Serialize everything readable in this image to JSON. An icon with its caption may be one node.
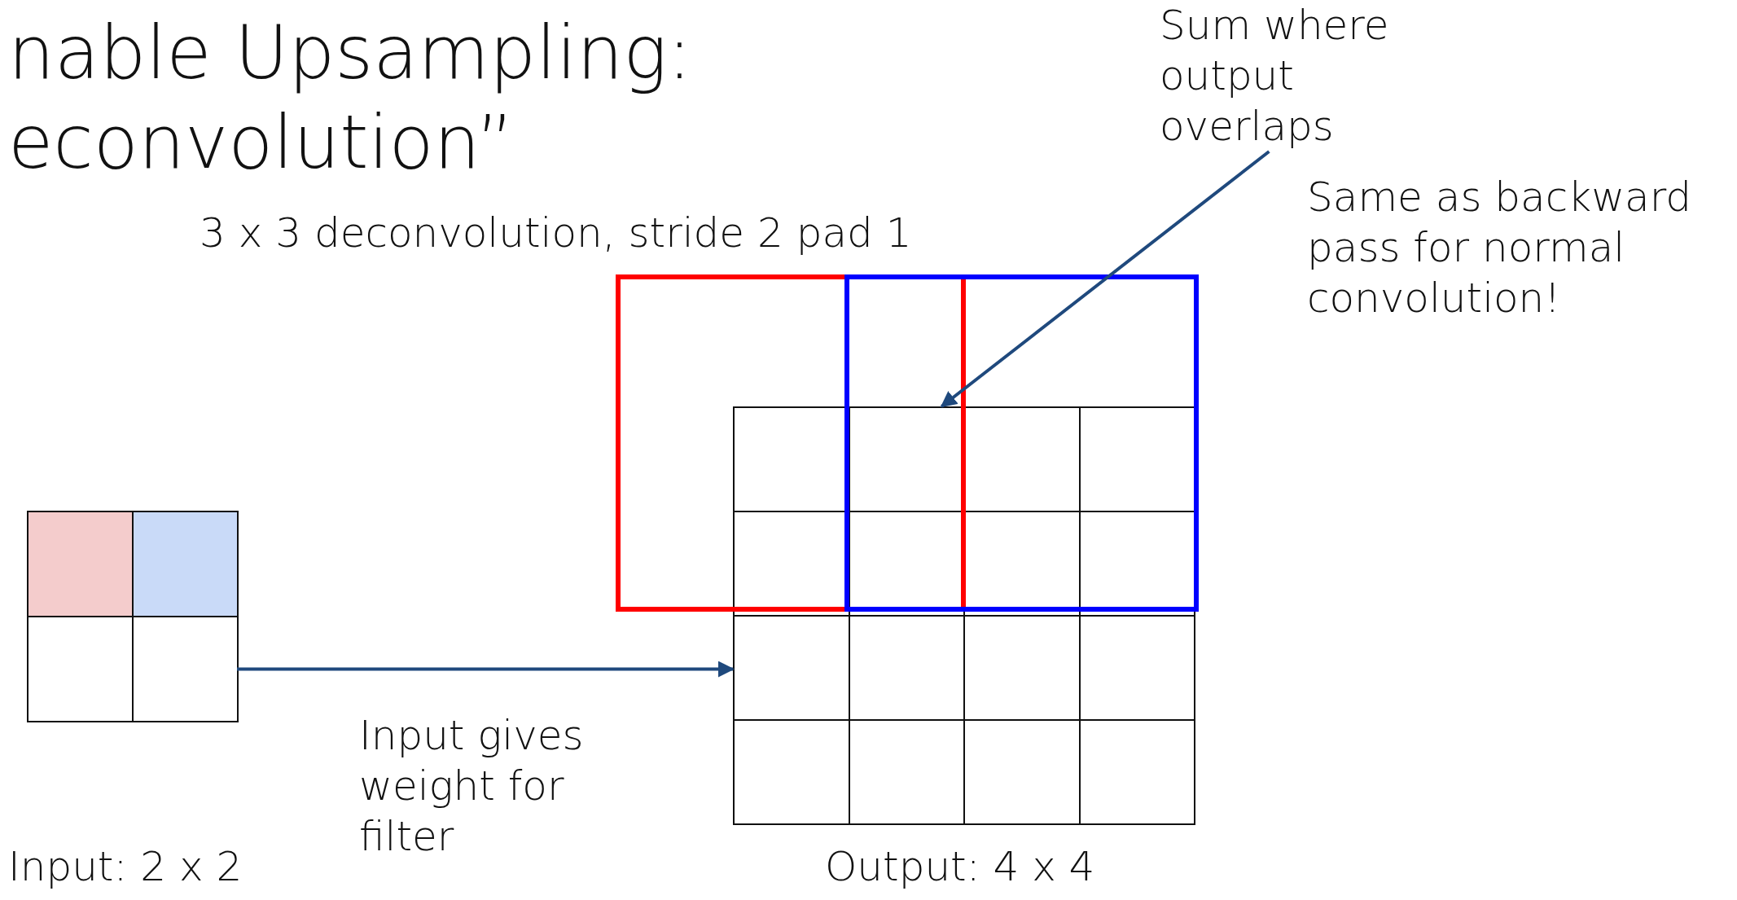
{
  "diagram": {
    "title": "nable Upsampling: econvolution”",
    "nodes": [
      {
        "text": [],
        "shape": "box",
        "beside": [
          "Input: 2 x 2"
        ]
      },
      {
        "text": [],
        "shape": "box",
        "beside": [
          "Output: 4 x 4"
        ]
      },
      {
        "text": [
          "Sum where output overlaps"
        ]
      },
      {
        "text": [],
        "shape": "box",
        "in": 1
      }
    ],
    "edges": [
      {
        "from": 0,
        "to": 1,
        "arrow": "to",
        "label": "Input gives weight for filter"
      },
      {
        "from": 2,
        "to": 3,
        "arrow": "to"
      }
    ],
    "labels": [
      "3 x 3 deconvolution, stride 2 pad 1",
      "Same as backward pass for normal convolution!"
    ]
  }
}
